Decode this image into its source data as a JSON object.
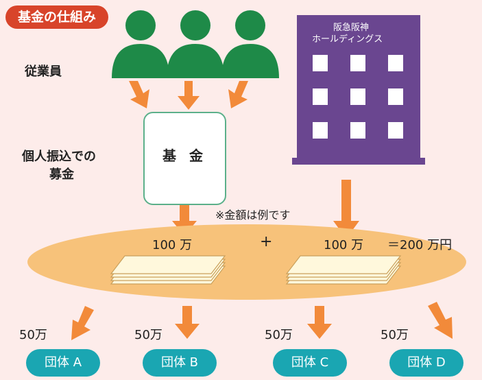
{
  "title": "基金の仕組み",
  "labels": {
    "employees": "従業員",
    "donation_line1": "個人振込での",
    "donation_line2": "募金",
    "fund": "基 金",
    "company_line1": "阪急阪神",
    "company_line2": "ホールディングス",
    "note": "※金額は例です"
  },
  "totals": {
    "fund_amount": "100 万",
    "plus": "+",
    "company_amount": "100 万",
    "total": "＝200 万円"
  },
  "orgs": [
    {
      "amount": "50万",
      "name": "団体 A"
    },
    {
      "amount": "50万",
      "name": "団体 B"
    },
    {
      "amount": "50万",
      "name": "団体 C"
    },
    {
      "amount": "50万",
      "name": "団体 D"
    }
  ],
  "colors": {
    "background": "#fdecea",
    "badge": "#d8442a",
    "person": "#1e8a48",
    "building": "#6a4690",
    "arrow": "#f28a3a",
    "ellipse": "#f7c27a",
    "box_border": "#5bb08a",
    "org": "#1aa6b2"
  }
}
